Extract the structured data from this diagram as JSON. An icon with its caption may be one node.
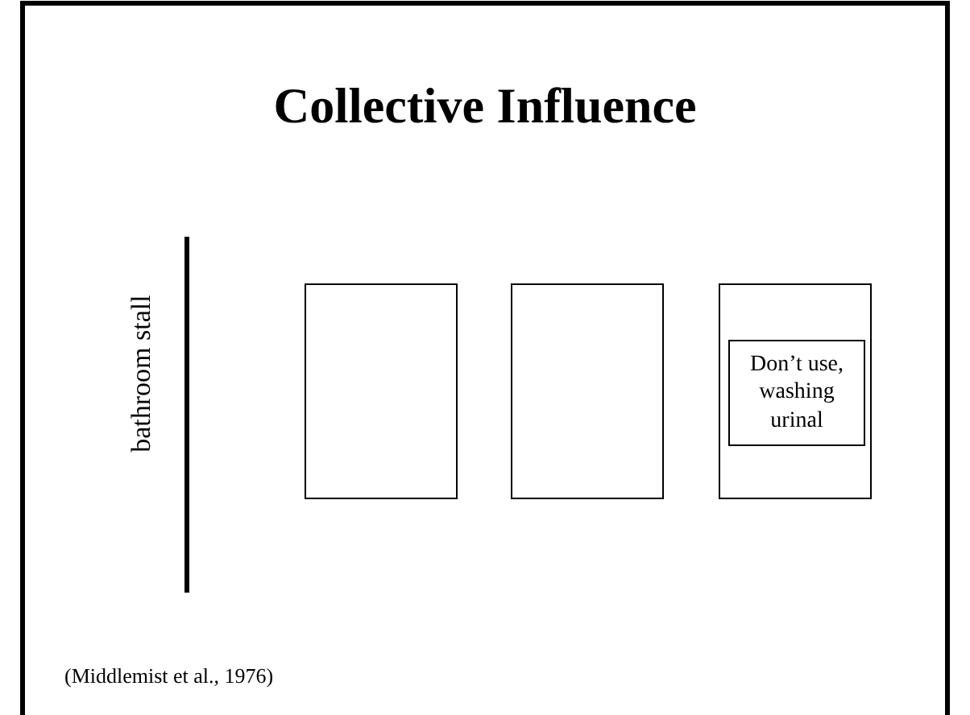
{
  "diagram": {
    "title": "Collective Influence",
    "nodes": [
      {
        "text": [],
        "shape": "box"
      },
      {
        "text": [],
        "shape": "box"
      },
      {
        "text": [],
        "shape": "box"
      },
      {
        "text": [
          "Don’t use, washing urinal"
        ],
        "in": 2
      }
    ],
    "labels": [
      "bathroom stall",
      "(Middlemist et al., 1976)"
    ]
  }
}
